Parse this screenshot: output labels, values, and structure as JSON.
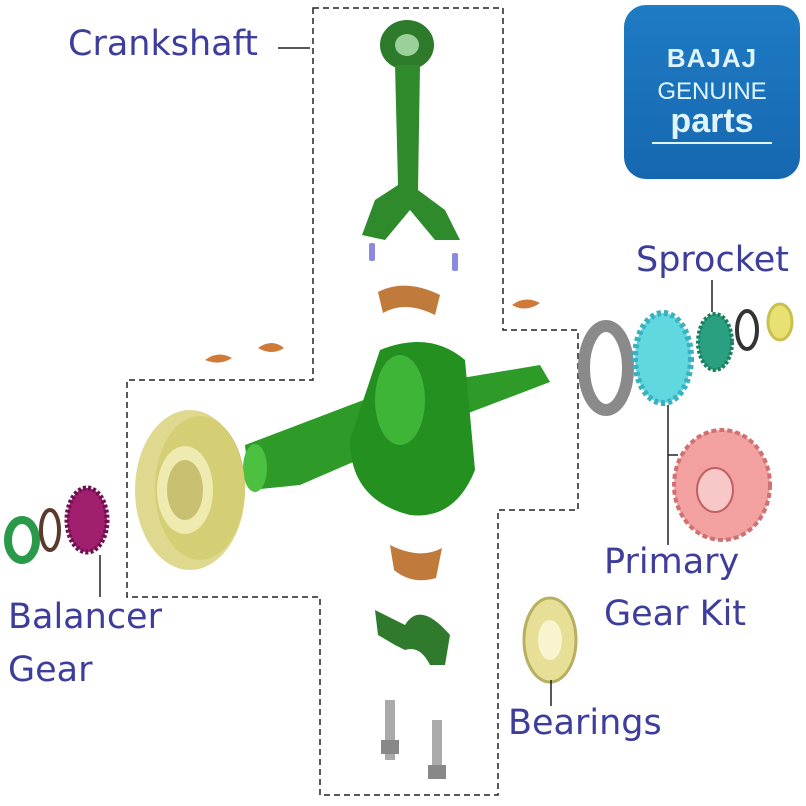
{
  "logo": {
    "brand": "BAJAJ",
    "line2": "GENUINE",
    "line3": "parts"
  },
  "labels": {
    "crankshaft": "Crankshaft",
    "sprocket": "Sprocket",
    "primary_gear_kit": [
      "Primary",
      "Gear Kit"
    ],
    "balancer_gear": [
      "Balancer",
      "Gear"
    ],
    "bearings": "Bearings"
  },
  "colors": {
    "label": "#3d3d9c",
    "crank_green": "#2f9e2a",
    "bearing_yellow": "#d8d27a",
    "bush_orange": "#c07a3c",
    "gear_cyan": "#5fd8e0",
    "gear_pink": "#f2a0a0",
    "balancer_magenta": "#a0206e"
  }
}
